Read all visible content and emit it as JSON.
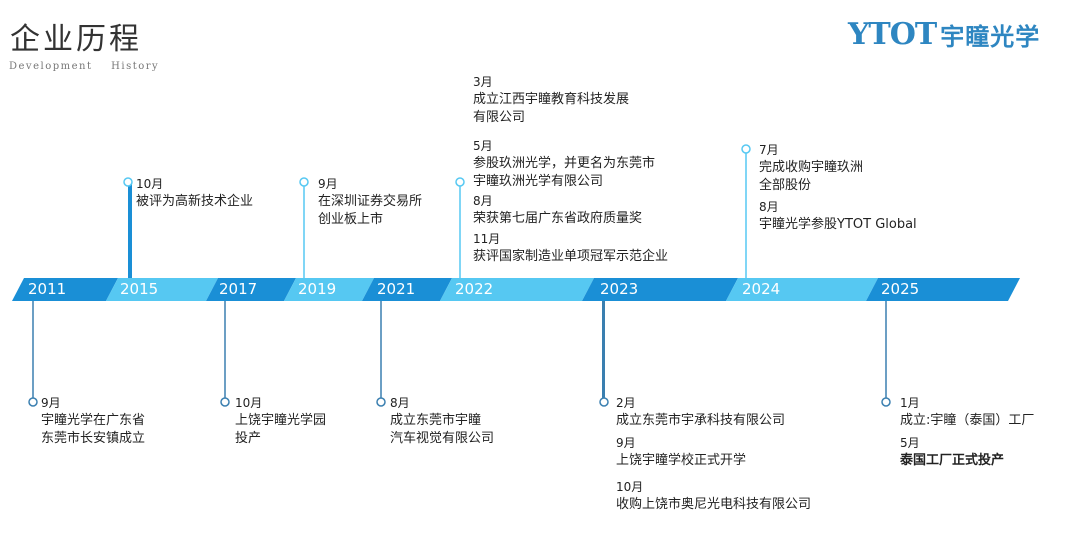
{
  "header": {
    "title": "企业历程",
    "subtitle": "Development History",
    "logo_en": "YTOT",
    "logo_cn": "宇瞳光学"
  },
  "colors": {
    "ribbon_dark": "#1a8fd6",
    "ribbon_light": "#56c8f2",
    "connector": "#3a7fb0"
  },
  "years": [
    "2011",
    "2015",
    "2017",
    "2019",
    "2021",
    "2022",
    "2023",
    "2024",
    "2025"
  ],
  "events": {
    "e2015": {
      "month": "10月",
      "lines": [
        "被评为高新技术企业"
      ]
    },
    "e2019": {
      "month": "9月",
      "lines": [
        "在深圳证券交易所",
        "创业板上市"
      ]
    },
    "e2022": [
      {
        "month": "3月",
        "lines": [
          "成立江西宇瞳教育科技发展",
          "有限公司"
        ]
      },
      {
        "month": "5月",
        "lines": [
          "参股玖洲光学，并更名为东莞市",
          "宇瞳玖洲光学有限公司"
        ]
      },
      {
        "month": "8月",
        "lines": [
          "荣获第七届广东省政府质量奖"
        ]
      },
      {
        "month": "11月",
        "lines": [
          "获评国家制造业单项冠军示范企业"
        ]
      }
    ],
    "e2024": [
      {
        "month": "7月",
        "lines": [
          "完成收购宇瞳玖洲",
          "全部股份"
        ]
      },
      {
        "month": "8月",
        "lines": [
          "宇瞳光学参股YTOT Global"
        ]
      }
    ],
    "e2011": {
      "month": "9月",
      "lines": [
        "宇瞳光学在广东省",
        "东莞市长安镇成立"
      ]
    },
    "e2017": {
      "month": "10月",
      "lines": [
        "上饶宇瞳光学园",
        "投产"
      ]
    },
    "e2021": {
      "month": "8月",
      "lines": [
        "成立东莞市宇瞳",
        "汽车视觉有限公司"
      ]
    },
    "e2023": [
      {
        "month": "2月",
        "lines": [
          "成立东莞市宇承科技有限公司"
        ]
      },
      {
        "month": "9月",
        "lines": [
          "上饶宇瞳学校正式开学"
        ]
      },
      {
        "month": "10月",
        "lines": [
          "收购上饶市奥尼光电科技有限公司"
        ]
      }
    ],
    "e2025": [
      {
        "month": "1月",
        "lines": [
          "成立:宇瞳（泰国）工厂"
        ]
      },
      {
        "month": "5月",
        "lines": [
          "泰国工厂正式投产"
        ]
      }
    ]
  }
}
